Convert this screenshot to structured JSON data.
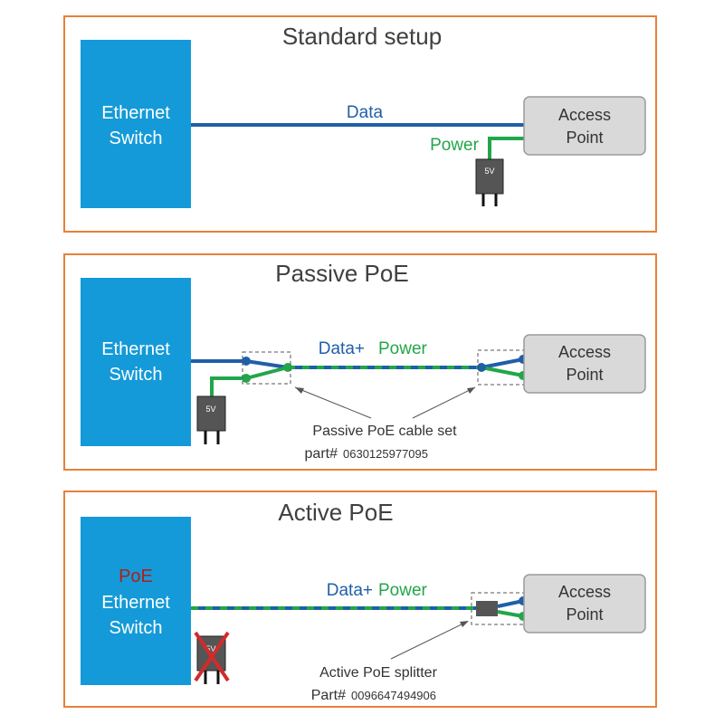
{
  "panels": {
    "standard": {
      "title": "Standard setup",
      "switch_label_line1": "Ethernet",
      "switch_label_line2": "Switch",
      "ap_line1": "Access",
      "ap_line2": "Point",
      "data_label": "Data",
      "power_label": "Power",
      "adapter_label": "5V"
    },
    "passive": {
      "title": "Passive PoE",
      "switch_label_line1": "Ethernet",
      "switch_label_line2": "Switch",
      "ap_line1": "Access",
      "ap_line2": "Point",
      "data_label": "Data+",
      "power_label": "Power",
      "adapter_label": "5V",
      "cable_caption": "Passive PoE cable set",
      "part_prefix": "part#",
      "part_number": "0630125977095"
    },
    "active": {
      "title": "Active PoE",
      "switch_label_line0": "PoE",
      "switch_label_line1": "Ethernet",
      "switch_label_line2": "Switch",
      "ap_line1": "Access",
      "ap_line2": "Point",
      "data_label": "Data+",
      "power_label": "Power",
      "adapter_label": "5V",
      "splitter_caption": "Active PoE splitter",
      "part_prefix": "Part#",
      "part_number": "0096647494906"
    }
  },
  "colors": {
    "frame": "#e8803a",
    "switch_fill": "#149ad8",
    "ap_fill": "#d9d9d9",
    "data_blue": "#1f5fa8",
    "power_green": "#22a64a",
    "poe_red": "#b01e1e",
    "adapter": "#555555"
  }
}
